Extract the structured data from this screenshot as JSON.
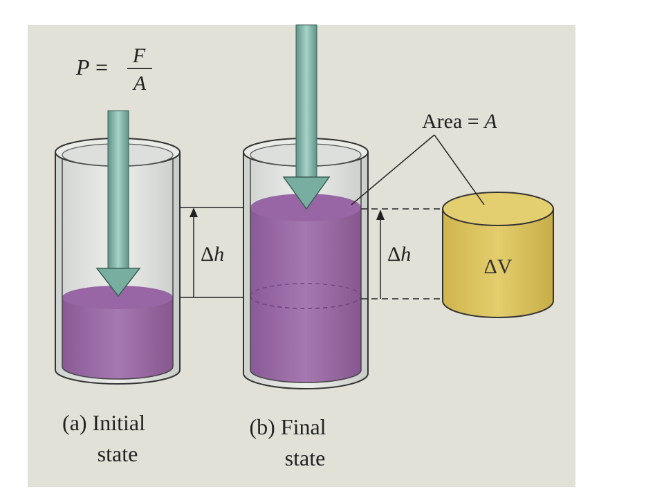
{
  "formula": {
    "lhs": "P",
    "equals": "=",
    "numerator": "F",
    "denominator": "A"
  },
  "area_label": {
    "prefix": "Area = ",
    "symbol": "A"
  },
  "delta_h_label": {
    "delta": "Δ",
    "symbol": "h"
  },
  "delta_v_label": "ΔV",
  "captions": {
    "initial_line1": "(a) Initial",
    "initial_line2": "state",
    "final_line1": "(b) Final",
    "final_line2": "state"
  },
  "colors": {
    "panel_background": "#e1e1d8",
    "liquid": "#9b6aa6",
    "liquid_top": "#a57ab0",
    "liquid_dark": "#7e5189",
    "arrow": "#7aaea2",
    "volume_block": "#dcc563",
    "volume_block_top": "#e6d27a",
    "glass_stroke": "#333333"
  }
}
